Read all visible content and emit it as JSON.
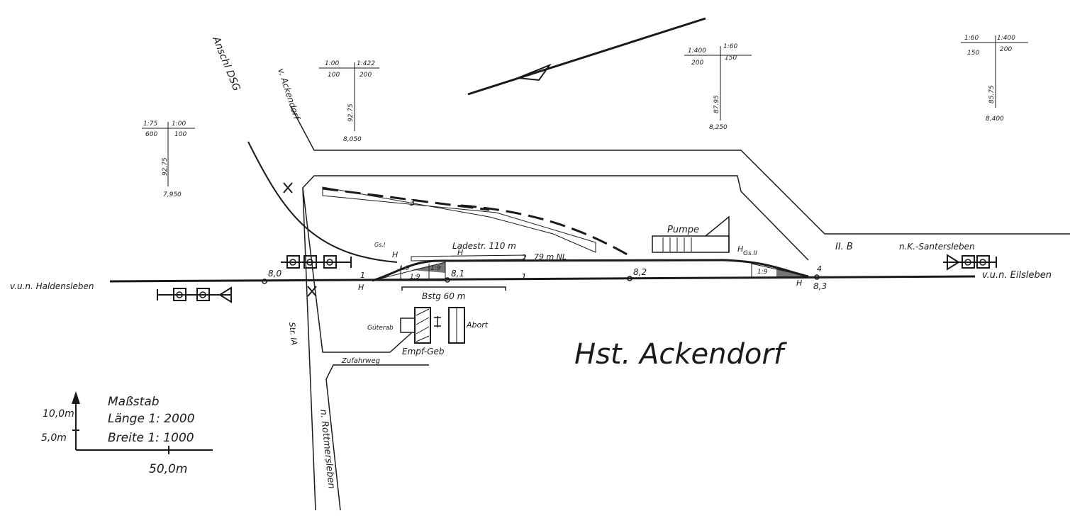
{
  "station": {
    "title": "Hst. Ackendorf"
  },
  "directions": {
    "west": "v.u.n. Haldensleben",
    "east": "v.u.n. Eilsleben",
    "ackendorf": "v. Ackendorf",
    "anschluss": "Anschl DSG",
    "rottmersleben": "n. Rottmersleben",
    "santersleben": "n.K.-Santersleben",
    "road_b": "II. B"
  },
  "tracks": {
    "main": "1",
    "siding": "2",
    "loading": "3",
    "track_end_left": "1",
    "track_end_right": "4",
    "switch_left_top": "Gs.I",
    "switch_right_top": "Gs.II",
    "grade_a": "1:9",
    "grade_b": "1:9",
    "grade_c": "1:9",
    "grade_d": "1:9",
    "loading_road": "Ladestr. 110 m",
    "length_siding": "79 m NL",
    "platform": "Bstg 60 m",
    "h1": "H",
    "h2": "H",
    "h3": "H",
    "h4": "H",
    "h5": "H"
  },
  "km": {
    "k80": "8,0",
    "k81": "8,1",
    "k82": "8,2",
    "k83": "8,3"
  },
  "profile": [
    {
      "left": "1:75",
      "left_len": "600",
      "right": "1:00",
      "right_len": "100",
      "height": "92.75",
      "km": "7,950"
    },
    {
      "left": "1:00",
      "left_len": "100",
      "right": "1:422",
      "right_len": "200",
      "height": "92.75",
      "km": "8,050"
    },
    {
      "left": "1:400",
      "left_len": "200",
      "right": "1:60",
      "right_len": "150",
      "height": "87.95",
      "km": "8,250"
    },
    {
      "left": "1:60",
      "left_len": "150",
      "right": "1:400",
      "right_len": "200",
      "height": "85.75",
      "km": "8,400"
    }
  ],
  "buildings": {
    "pump": "Pumpe",
    "goods": "Güterab",
    "reception": "Empf-Geb",
    "toilet": "Abort",
    "access": "Zufahrweg",
    "street": "Str. IA"
  },
  "scale": {
    "title": "Maßstab",
    "length": "Länge 1: 2000",
    "width": "Breite 1: 1000",
    "v10": "10,0m",
    "v5": "5,0m",
    "h50": "50,0m"
  }
}
